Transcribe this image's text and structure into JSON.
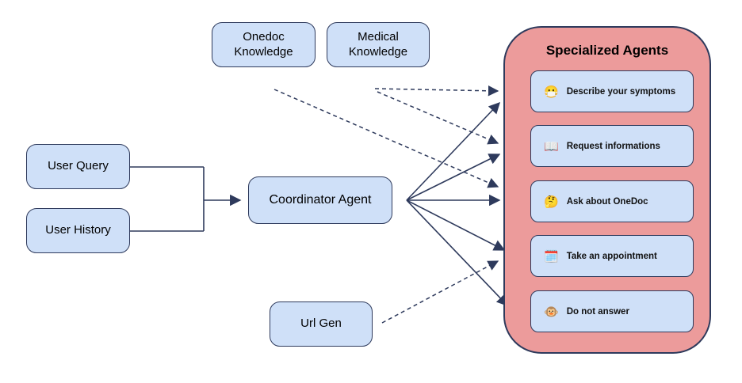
{
  "diagram": {
    "inputs": [
      {
        "label": "User Query"
      },
      {
        "label": "User History"
      }
    ],
    "knowledge_sources": [
      {
        "label": "Onedoc Knowledge"
      },
      {
        "label": "Medical Knowledge"
      }
    ],
    "coordinator": {
      "label": "Coordinator Agent"
    },
    "url_gen": {
      "label": "Url Gen"
    },
    "specialized": {
      "title": "Specialized Agents",
      "agents": [
        {
          "icon": "face-with-medical-mask-emoji",
          "emoji": "😷",
          "label": "Describe your symptoms"
        },
        {
          "icon": "open-book-emoji",
          "emoji": "📖",
          "label": "Request informations"
        },
        {
          "icon": "thinking-face-emoji",
          "emoji": "🤔",
          "label": "Ask about OneDoc"
        },
        {
          "icon": "spiral-calendar-emoji",
          "emoji": "🗓️",
          "label": "Take an appointment"
        },
        {
          "icon": "monkey-face-emoji",
          "emoji": "🐵",
          "label": "Do not answer"
        }
      ]
    },
    "connections": {
      "solid": [
        "Coordinator Agent -> Describe your symptoms",
        "Coordinator Agent -> Request informations",
        "Coordinator Agent -> Ask about OneDoc",
        "Coordinator Agent -> Take an appointment",
        "Coordinator Agent -> Do not answer",
        "User Query + User History -> Coordinator Agent"
      ],
      "dashed": [
        "Medical Knowledge -> Describe your symptoms",
        "Medical Knowledge -> Request informations",
        "Onedoc Knowledge -> Ask about OneDoc",
        "Url Gen -> Take an appointment"
      ]
    },
    "colors": {
      "node_fill": "#cfe0f8",
      "node_border": "#2e3a5c",
      "container_fill": "#ec9b9b",
      "arrow": "#2e3a5c"
    }
  }
}
